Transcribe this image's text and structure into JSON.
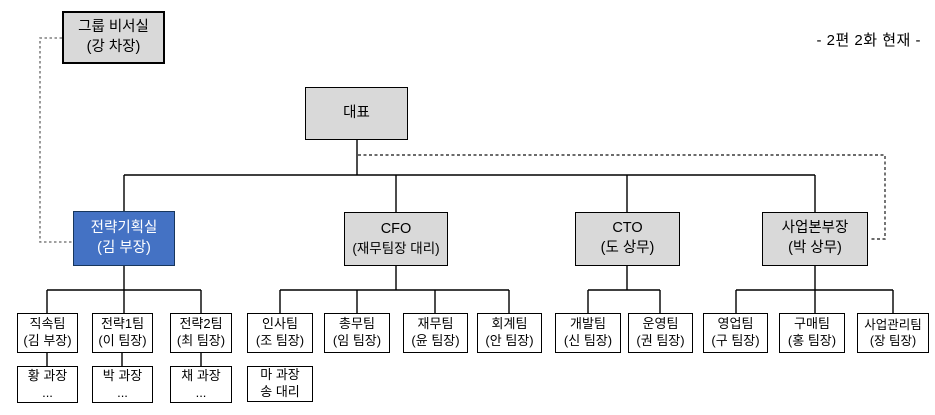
{
  "annotation": "- 2편 2화 현재 -",
  "colors": {
    "node_gray_fill": "#d9d9d9",
    "node_blue_fill": "#4472c4",
    "node_white_fill": "#ffffff",
    "border_black": "#000000",
    "blue_border": "#17365d",
    "solid_line": "#000000",
    "dotted_line_left": "#808080",
    "dotted_line_right": "#3a3a3a"
  },
  "nodes": {
    "secretary": {
      "line1": "그룹 비서실",
      "line2": "(강 차장)"
    },
    "ceo": {
      "line1": "대표"
    },
    "strategy": {
      "line1": "전략기획실",
      "line2": "(김 부장)"
    },
    "cfo": {
      "line1": "CFO",
      "line2": "(재무팀장 대리)"
    },
    "cto": {
      "line1": "CTO",
      "line2": "(도 상무)"
    },
    "bizhead": {
      "line1": "사업본부장",
      "line2": "(박 상무)"
    },
    "direct": {
      "line1": "직속팀",
      "line2": "(김 부장)"
    },
    "strategy1": {
      "line1": "전략1팀",
      "line2": "(이 팀장)"
    },
    "strategy2": {
      "line1": "전략2팀",
      "line2": "(최 팀장)"
    },
    "hr": {
      "line1": "인사팀",
      "line2": "(조 팀장)"
    },
    "ga": {
      "line1": "총무팀",
      "line2": "(임 팀장)"
    },
    "finance": {
      "line1": "재무팀",
      "line2": "(윤 팀장)"
    },
    "accounting": {
      "line1": "회계팀",
      "line2": "(안 팀장)"
    },
    "dev": {
      "line1": "개발팀",
      "line2": "(신 팀장)"
    },
    "ops": {
      "line1": "운영팀",
      "line2": "(권 팀장)"
    },
    "sales": {
      "line1": "영업팀",
      "line2": "(구 팀장)"
    },
    "purchasing": {
      "line1": "구매팀",
      "line2": "(홍 팀장)"
    },
    "bizmgmt": {
      "line1": "사업관리팀",
      "line2": "(장 팀장)"
    },
    "hwang": {
      "line1": "황 과장",
      "line2": "..."
    },
    "park": {
      "line1": "박 과장",
      "line2": "..."
    },
    "chae": {
      "line1": "채 과장",
      "line2": "..."
    },
    "ma_song": {
      "line1": "마 과장",
      "line2": "송 대리"
    }
  },
  "edges": {
    "solid": [
      "ceo->strategy",
      "ceo->cfo",
      "ceo->cto",
      "ceo->bizhead",
      "strategy->direct",
      "strategy->strategy1",
      "strategy->strategy2",
      "cfo->hr",
      "cfo->ga",
      "cfo->finance",
      "cfo->accounting",
      "cto->dev",
      "cto->ops",
      "bizhead->sales",
      "bizhead->purchasing",
      "bizhead->bizmgmt",
      "direct->hwang",
      "strategy1->park",
      "strategy2->chae"
    ],
    "dotted": [
      "secretary->strategy",
      "ceo->bizhead"
    ]
  }
}
